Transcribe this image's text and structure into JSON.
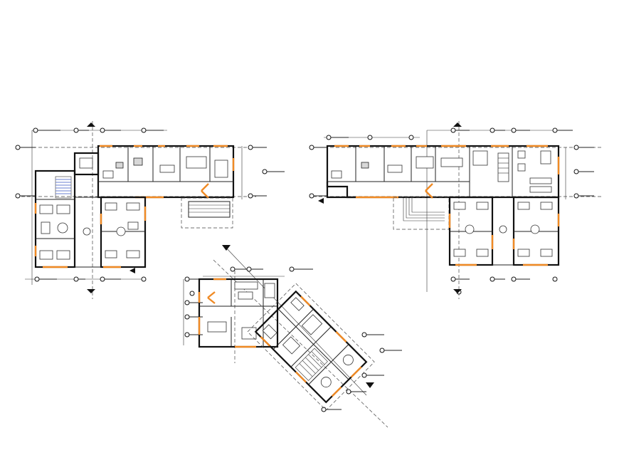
{
  "drawing": {
    "plans": [
      {
        "name": "plan-left"
      },
      {
        "name": "plan-right"
      },
      {
        "name": "plan-rotated"
      }
    ],
    "colors": {
      "walls": "#111111",
      "openings": "#f08a24",
      "stairs_accent": "#6a7fd0",
      "background": "#ffffff"
    }
  }
}
